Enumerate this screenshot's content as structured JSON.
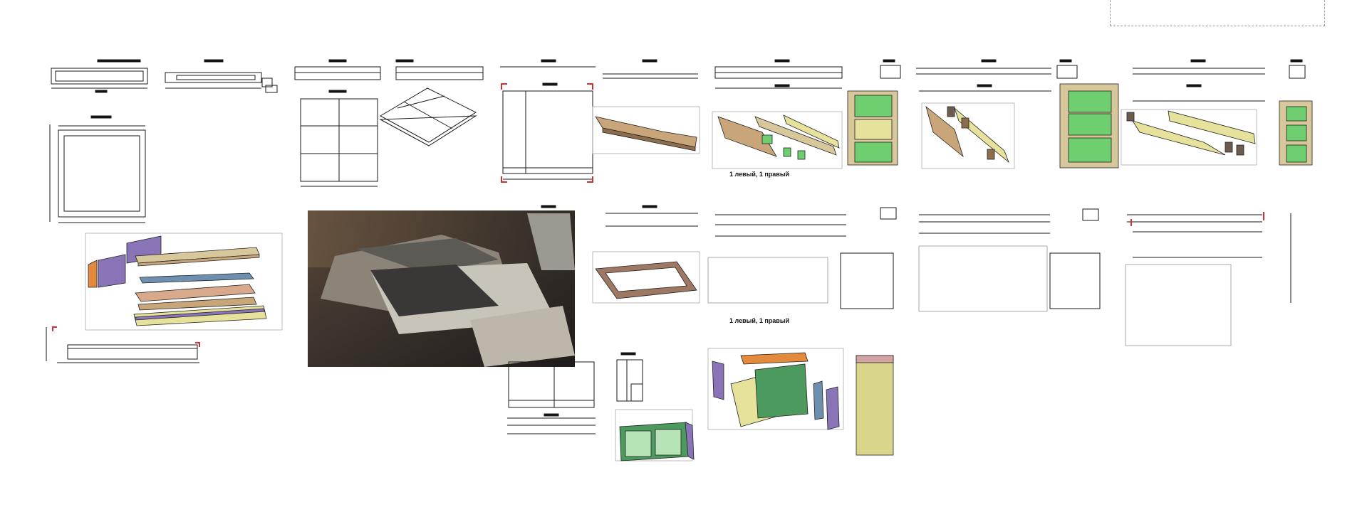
{
  "sheet": {
    "notes": [
      "1 левый, 1 правый",
      "1 левый, 1 правый"
    ]
  },
  "colors": {
    "line": "#1a1a1a",
    "marker": "#d32f2f",
    "panel_wood": "#c9a57a",
    "panel_yellow": "#e6e29c",
    "panel_green": "#6fce6f",
    "panel_purple": "#8a74b8",
    "panel_blue": "#6f8fb0",
    "panel_orange": "#e48a3e",
    "panel_pink": "#d4a4a4",
    "photo_dark": "#2e2a26"
  },
  "photo": {
    "subject": "bed-render"
  }
}
